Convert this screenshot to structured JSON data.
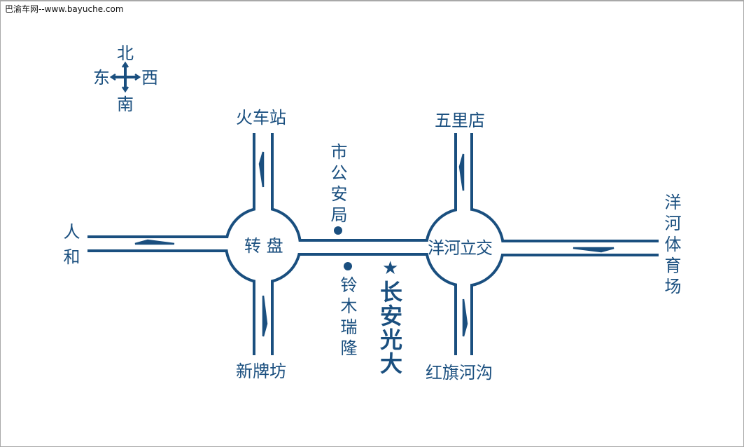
{
  "watermark": "巴渝车网--www.bayuche.com",
  "colors": {
    "road": "#1a4f7f",
    "text": "#1a4f7f"
  },
  "compass": {
    "north": "北",
    "south": "南",
    "east": "东",
    "west": "西"
  },
  "roundabouts": {
    "left": "转 盘",
    "right": "洋河立交"
  },
  "destinations": {
    "train_station": "火车站",
    "xinpaifang": "新牌坊",
    "renhe": "人和",
    "wulidian": "五里店",
    "hongqihegou": "红旗河沟",
    "yanghe_stadium": "洋河体育场"
  },
  "landmarks": {
    "police_bureau": "市公安局",
    "suzuki": "铃木瑞隆",
    "target": "长安光大",
    "target_icon": "star-icon"
  }
}
